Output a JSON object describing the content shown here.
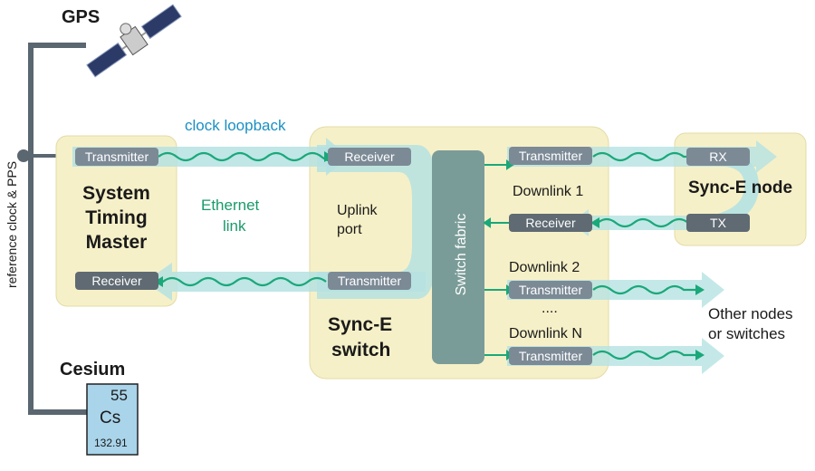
{
  "gps": {
    "label": "GPS"
  },
  "reference": {
    "label": "reference clock & PPS"
  },
  "clock_loopback": {
    "label": "clock loopback"
  },
  "ethernet_link": {
    "line1": "Ethernet",
    "line2": "link"
  },
  "master": {
    "title_line1": "System",
    "title_line2": "Timing",
    "title_line3": "Master",
    "transmitter": "Transmitter",
    "receiver": "Receiver"
  },
  "switch": {
    "receiver": "Receiver",
    "uplink_line1": "Uplink",
    "uplink_line2": "port",
    "transmitter": "Transmitter",
    "title_line1": "Sync-E",
    "title_line2": "switch",
    "fabric": "Switch fabric",
    "downlink1": "Downlink 1",
    "downlink2": "Downlink 2",
    "ellipsis": "....",
    "downlinkN": "Downlink N",
    "d1_transmitter": "Transmitter",
    "d1_receiver": "Receiver",
    "d2_transmitter": "Transmitter",
    "dN_transmitter": "Transmitter"
  },
  "node": {
    "rx": "RX",
    "title": "Sync-E node",
    "tx": "TX"
  },
  "other": {
    "line1": "Other nodes",
    "line2": "or switches"
  },
  "cesium": {
    "label": "Cesium",
    "number": "55",
    "symbol": "Cs",
    "mass": "132.91"
  },
  "colors": {
    "panel": "#f6f0c8",
    "panel_border": "#e3dba6",
    "band": "#b5e2e2",
    "wave": "#1aa879",
    "fabric": "#7a9c98",
    "ref_line": "#5a6670",
    "cesium_bg": "#a9d4ea"
  }
}
